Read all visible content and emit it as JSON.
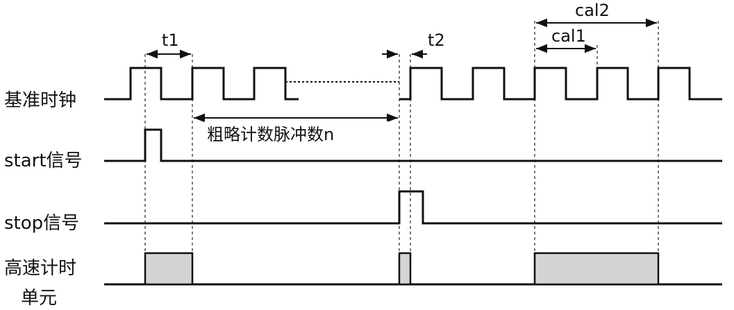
{
  "signals": {
    "clock_label": "基准时钟",
    "start_label": "start信号",
    "stop_label": "stop信号",
    "htu_label_line1": "高速计时",
    "htu_label_line2": "单元"
  },
  "annotations": {
    "t1": "t1",
    "t2": "t2",
    "cal1": "cal1",
    "cal2": "cal2",
    "coarse_count": "粗略计数脉冲数n"
  }
}
